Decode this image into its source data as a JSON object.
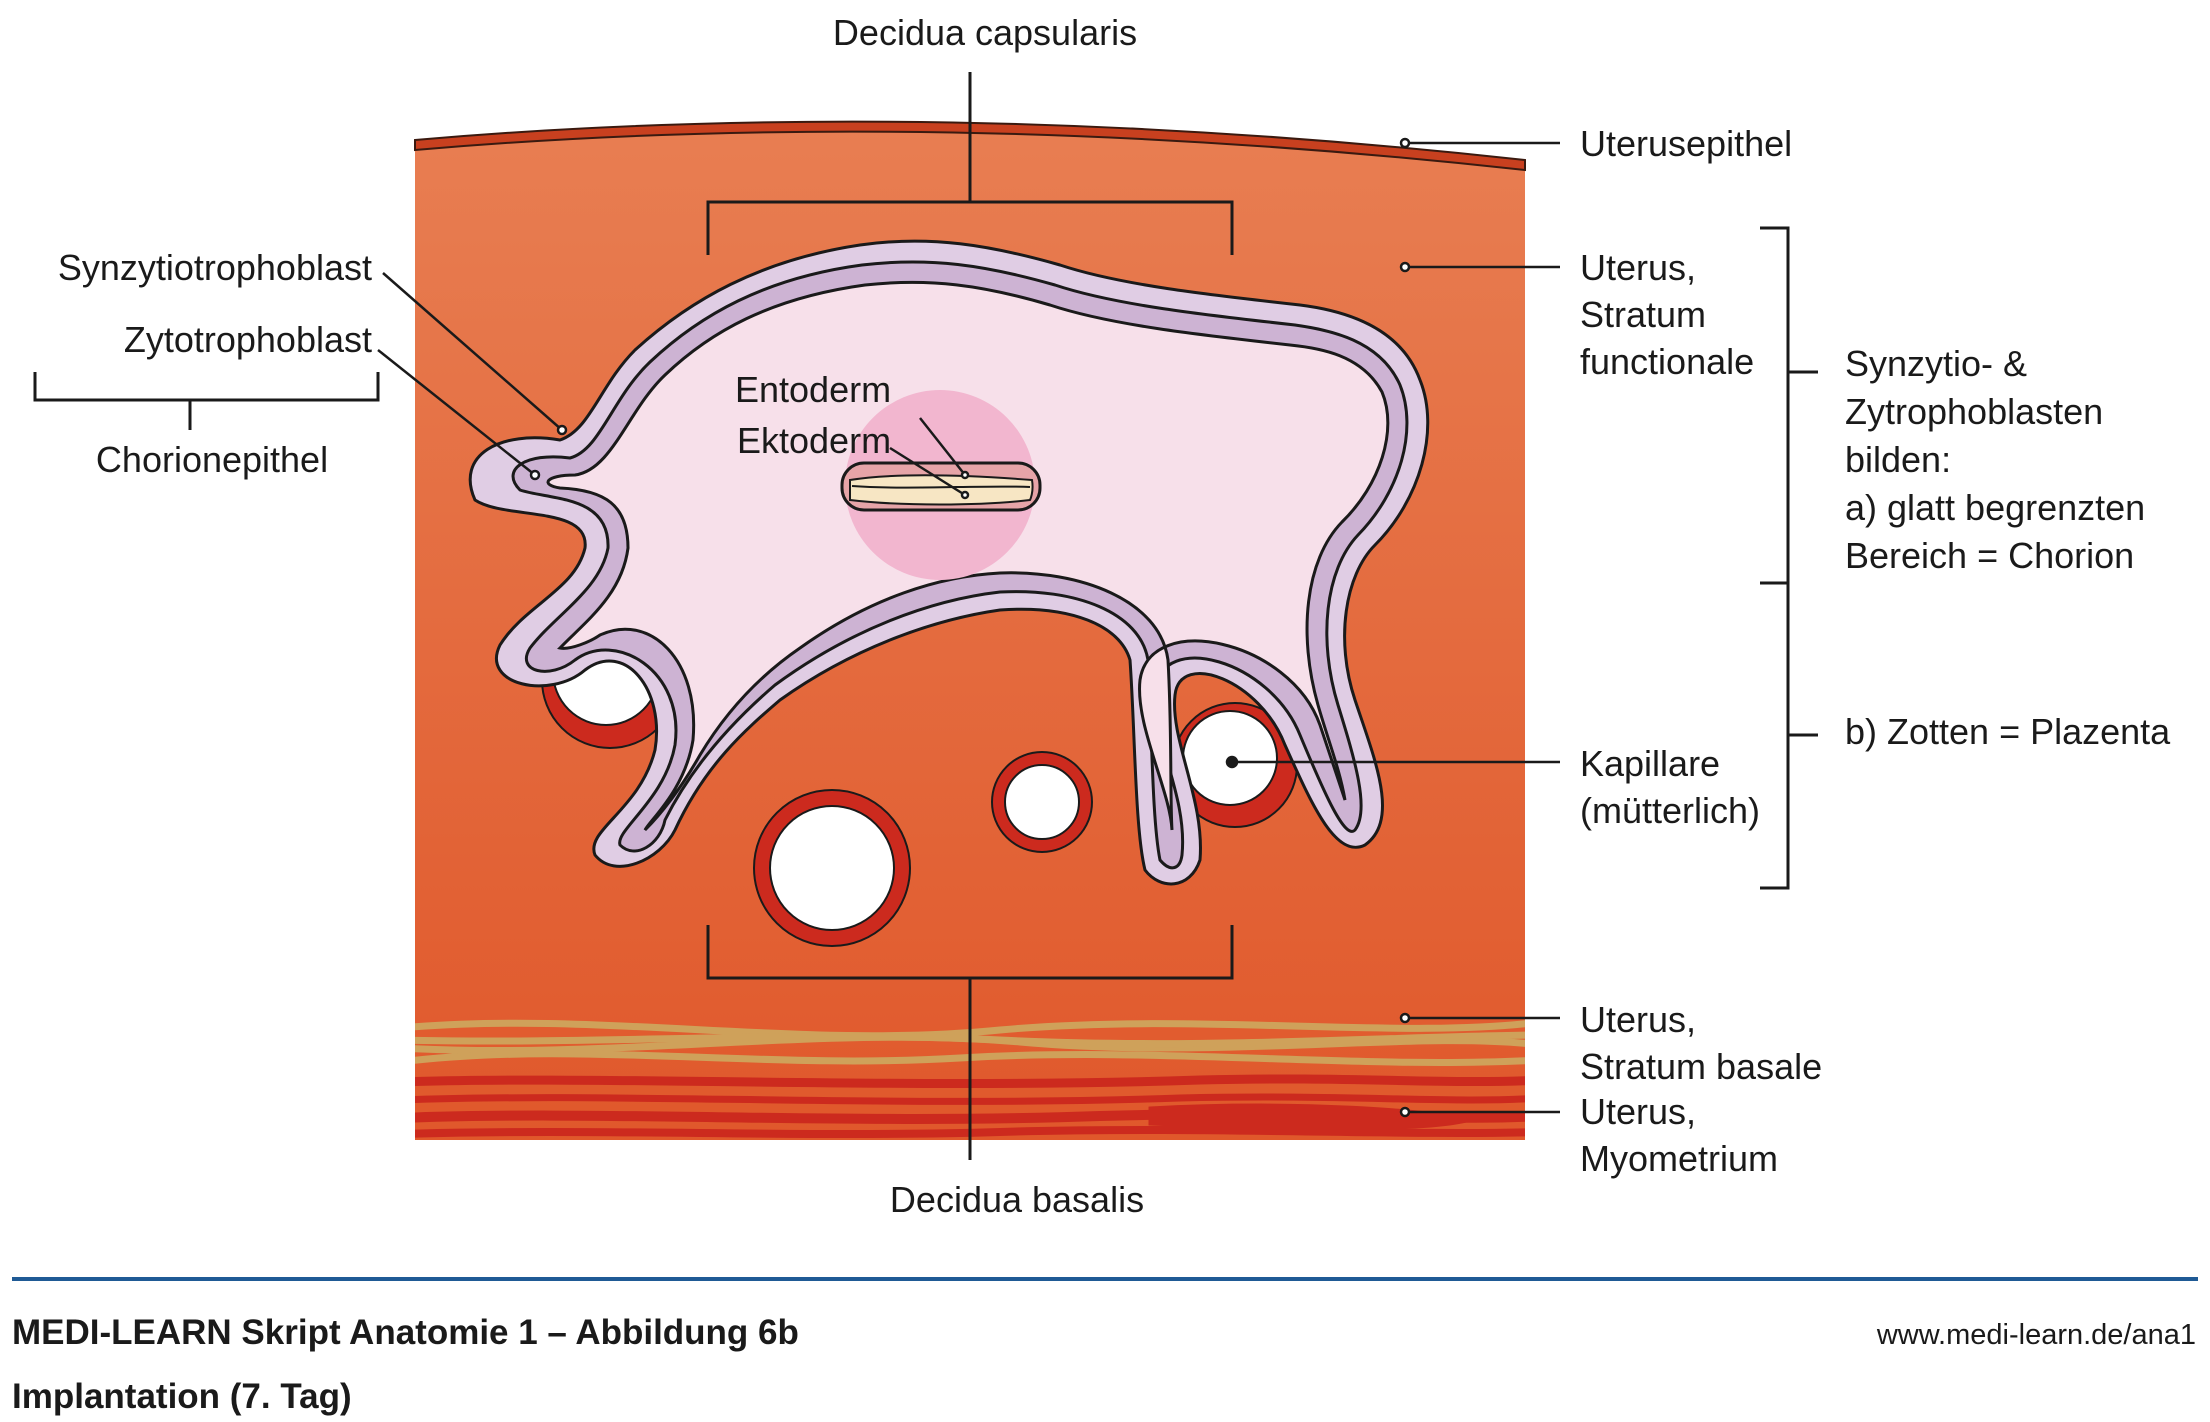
{
  "labels": {
    "decidua_capsularis": "Decidua capsularis",
    "decidua_basalis": "Decidua basalis",
    "uterusepithel": "Uterusepithel",
    "stratum_functionale": [
      "Uterus,",
      "Stratum",
      "functionale"
    ],
    "kapillare": [
      "Kapillare",
      "(mütterlich)"
    ],
    "stratum_basale": [
      "Uterus,",
      "Stratum basale"
    ],
    "myometrium": [
      "Uterus,",
      "Myometrium"
    ],
    "synzytiotrophoblast": "Synzytiotrophoblast",
    "zytotrophoblast": "Zytotrophoblast",
    "chorionepithel": "Chorionepithel",
    "entoderm": "Entoderm",
    "ektoderm": "Ektoderm",
    "note_lines": [
      "Synzytio- &",
      "Zytrophoblasten",
      "bilden:",
      "a) glatt begrenzten",
      "Bereich = Chorion"
    ],
    "note_b": "b) Zotten = Plazenta"
  },
  "footer": {
    "title": "MEDI-LEARN Skript Anatomie 1 – Abbildung 6b",
    "subtitle": "Implantation (7. Tag)",
    "url": "www.medi-learn.de/ana1"
  },
  "colors": {
    "uterus_top": "#e87e52",
    "uterus_bottom": "#e0572a",
    "epithel": "#c8401f",
    "trophoblast_outer": "#e0cde4",
    "trophoblast_inner": "#cdb3d3",
    "cavity": "#f7e0ea",
    "embryo_disc_halo": "#f2b6cf",
    "vessel_wall": "#cc2a1e",
    "basale_fibers": "#cfa15a",
    "myometrium_fibers": "#cc2a1e",
    "footer_rule": "#1f5a95"
  }
}
